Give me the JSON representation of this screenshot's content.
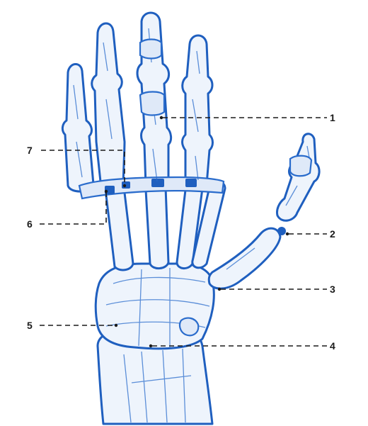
{
  "illustration": {
    "subject_icon": "hand-bones-illustration",
    "line_color": "#1f5fbf",
    "label_color": "#1a1a1a"
  },
  "labels": [
    {
      "id": "1",
      "text": "1"
    },
    {
      "id": "2",
      "text": "2"
    },
    {
      "id": "3",
      "text": "3"
    },
    {
      "id": "4",
      "text": "4"
    },
    {
      "id": "5",
      "text": "5"
    },
    {
      "id": "6",
      "text": "6"
    },
    {
      "id": "7",
      "text": "7"
    }
  ]
}
